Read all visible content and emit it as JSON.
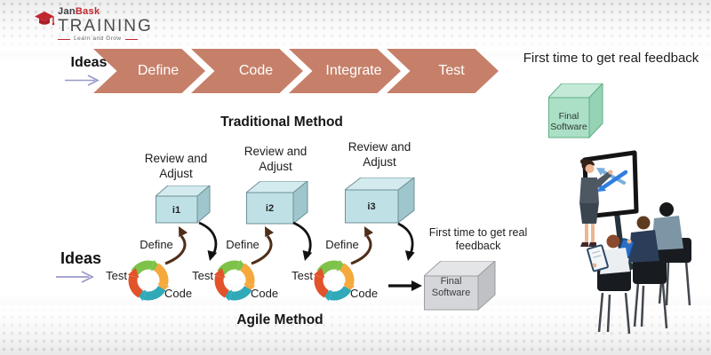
{
  "logo": {
    "brand_first": "Jan",
    "brand_second": "Bask",
    "brand_main": "TRAINING",
    "tagline": "Learn and Grow"
  },
  "traditional": {
    "title": "Traditional Method",
    "ideas_label": "Ideas",
    "steps": [
      "Define",
      "Code",
      "Integrate",
      "Test"
    ],
    "feedback": "First time to get real feedback",
    "final_box": "Final Software"
  },
  "agile": {
    "title": "Agile Method",
    "ideas_label": "Ideas",
    "iterations": [
      {
        "label": "Review and Adjust",
        "box": "i1"
      },
      {
        "label": "Review and Adjust",
        "box": "i2"
      },
      {
        "label": "Review and Adjust",
        "box": "i3"
      }
    ],
    "cycle": {
      "define": "Define",
      "test": "Test",
      "code": "Code"
    },
    "feedback": "First time to get real feedback",
    "final_box": "Final Software"
  },
  "icons": {
    "graduation-cap-icon": "red mortarboard in logo",
    "ideas-arrow-icon": "thin periwinkle right arrow",
    "agile-cycle-icon": "circular arrows: green/orange/teal/red",
    "presentation-illustration": "presenter at screen with three seated viewers"
  },
  "colors": {
    "chevron": "#c6806a",
    "green_cube": "#abe0c6",
    "gray_cube": "#d4d6d9",
    "iteration_box": "#bfe1e6",
    "cycle_green": "#7ec24a",
    "cycle_orange": "#f5a93c",
    "cycle_teal": "#30a9b8",
    "cycle_red": "#e2532a",
    "brown_arrow": "#4f2e18",
    "black_arrow": "#111111",
    "ideas_arrow": "#9898cc",
    "brand_red": "#c3272e"
  }
}
